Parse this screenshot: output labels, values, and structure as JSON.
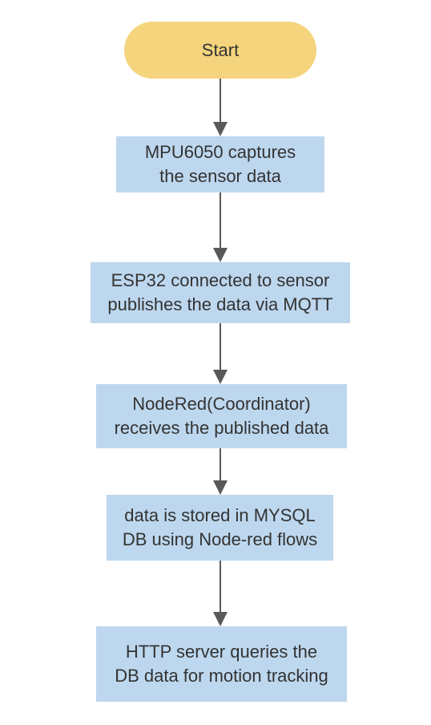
{
  "colors": {
    "start_fill": "#f5d47e",
    "process_fill": "#bdd7ee",
    "arrow": "#595959",
    "text": "#333333"
  },
  "diagram": {
    "start": {
      "label": "Start"
    },
    "steps": [
      {
        "label": "MPU6050 captures\nthe sensor data"
      },
      {
        "label": "ESP32 connected to sensor\npublishes the data via MQTT"
      },
      {
        "label": "NodeRed(Coordinator)\nreceives the published data"
      },
      {
        "label": "data is stored in MYSQL\nDB using Node-red flows"
      },
      {
        "label": "HTTP server queries the\nDB data for motion tracking"
      }
    ]
  }
}
